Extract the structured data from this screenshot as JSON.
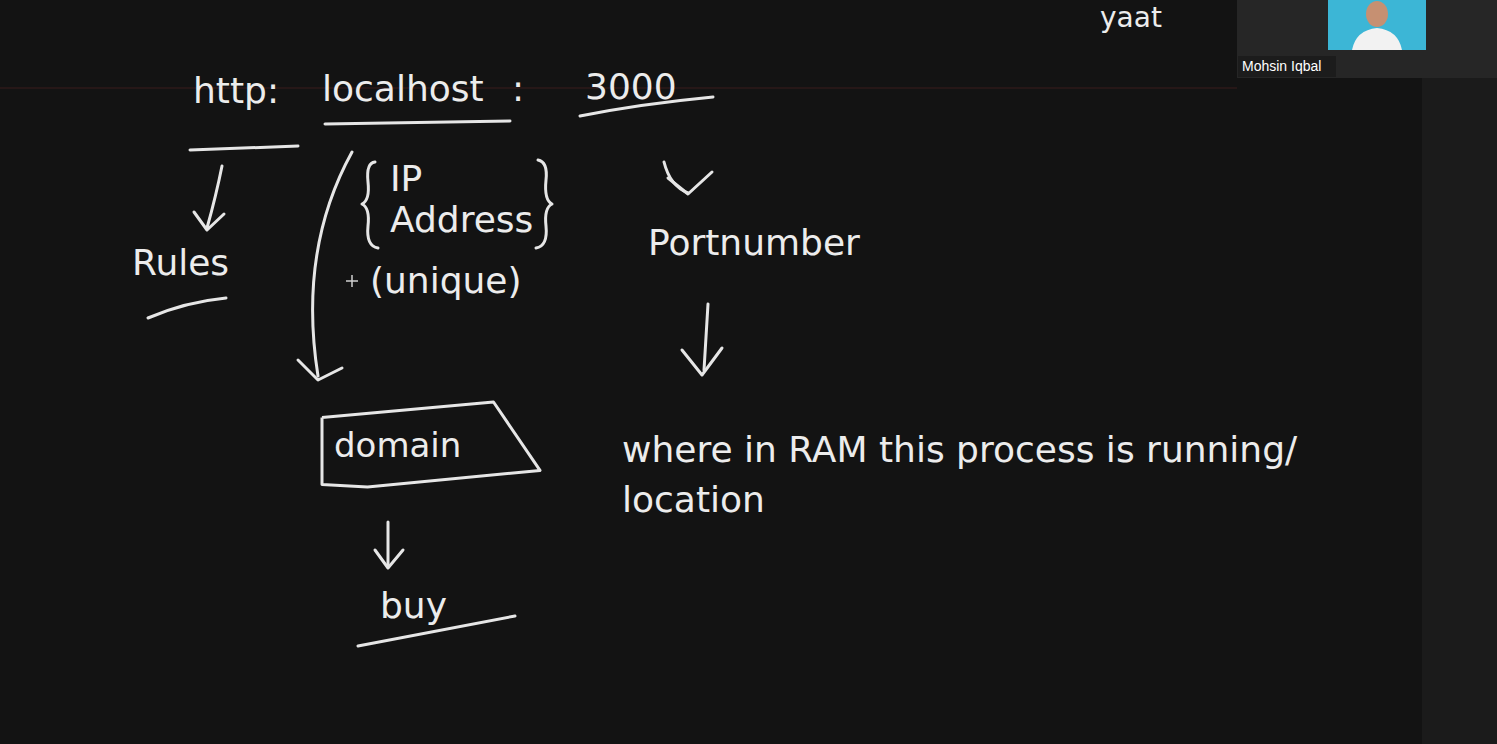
{
  "diagram": {
    "nodes": [
      {
        "text": [
          "domain"
        ]
      }
    ],
    "labels": [
      "http:",
      "localhost",
      ":",
      "3000",
      "Rules",
      "IP Address",
      "(unique)",
      "Portnumber",
      "where in RAM this process is running/ location",
      "buy",
      "yaat",
      "Mohsin Iqbal"
    ]
  }
}
